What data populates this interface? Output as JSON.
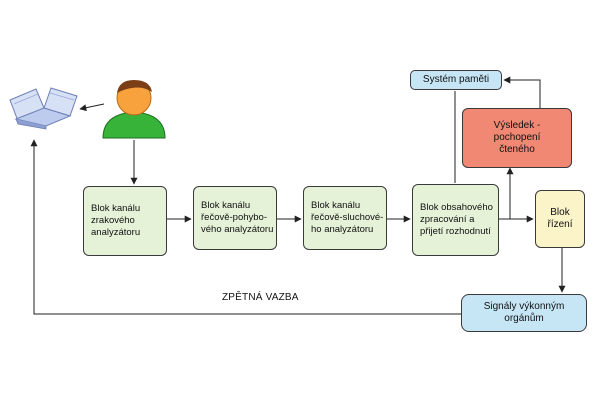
{
  "nodes": {
    "zrak": {
      "lines": [
        "Blok kanálu",
        "zrakového",
        "analyzátoru"
      ]
    },
    "pohyb": {
      "lines": [
        "Blok kanálu",
        "řečově-pohybo-",
        "vého analyzátoru"
      ]
    },
    "sluch": {
      "lines": [
        "Blok kanálu",
        "řečově-sluchové-",
        "ho analyzátoru"
      ]
    },
    "obsah": {
      "lines": [
        "Blok obsahového",
        "zpracování a",
        "přijetí rozhodnutí"
      ]
    },
    "rizeni": {
      "lines": [
        "Blok",
        "řízení"
      ]
    },
    "pamet": {
      "lines": [
        "Systém paměti"
      ]
    },
    "vysl": {
      "lines": [
        "Výsledek -",
        "pochopení",
        "čteného"
      ]
    },
    "signal": {
      "lines": [
        "Signály výkonným",
        "orgánům"
      ]
    }
  },
  "feedback_label": "ZPĚTNÁ VAZBA",
  "icons": {
    "book": "open-book-icon",
    "person": "person-icon"
  },
  "colors": {
    "green": "#e5f2d8",
    "blue": "#c6e6f6",
    "red": "#f08874",
    "yellow": "#fbf4c8",
    "skin": "#f7a23c",
    "shirt": "#37b339",
    "hair": "#7a3f17"
  }
}
